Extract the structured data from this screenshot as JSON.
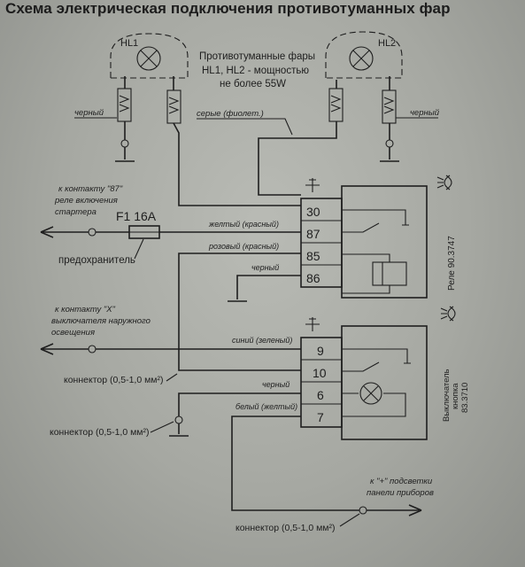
{
  "title": "Схема электрическая подключения противотуманных фар",
  "lamps": {
    "left_label": "HL1",
    "right_label": "HL2",
    "caption_line1": "Противотуманные фары",
    "caption_line2": "HL1, HL2 - мощностью",
    "caption_line3": "не более 55W"
  },
  "wire_colors": {
    "black_left": "черный",
    "black_right": "черный",
    "gray_violet": "серые (фиолет.)",
    "yellow_red": "желтый (красный)",
    "pink_red": "розовый (красный)",
    "black_relay": "черный",
    "blue_green": "синий (зеленый)",
    "black_switch": "черный",
    "white_yellow": "белый (желтый)"
  },
  "starter": {
    "line1": "к контакту \"87\"",
    "line2": "реле включения",
    "line3": "стартера"
  },
  "fuse": {
    "label": "F1 16A",
    "caption": "предохранитель"
  },
  "lights_switch": {
    "line1": "к контакту \"X\"",
    "line2": "выключателя наружного",
    "line3": "освещения"
  },
  "connectors": {
    "c1": "коннектор (0,5-1,0 мм²)",
    "c2": "коннектор (0,5-1,0 мм²)",
    "c3": "коннектор (0,5-1,0 мм²)"
  },
  "relay": {
    "pins": [
      "30",
      "87",
      "85",
      "86"
    ],
    "label": "Реле 90.3747"
  },
  "switch": {
    "pins": [
      "9",
      "10",
      "6",
      "7"
    ],
    "label_line1": "Выключатель",
    "label_line2": "кнопка",
    "label_line3": "83.3710"
  },
  "panel": {
    "line1": "к \"+\" подсветки",
    "line2": "панели приборов"
  }
}
